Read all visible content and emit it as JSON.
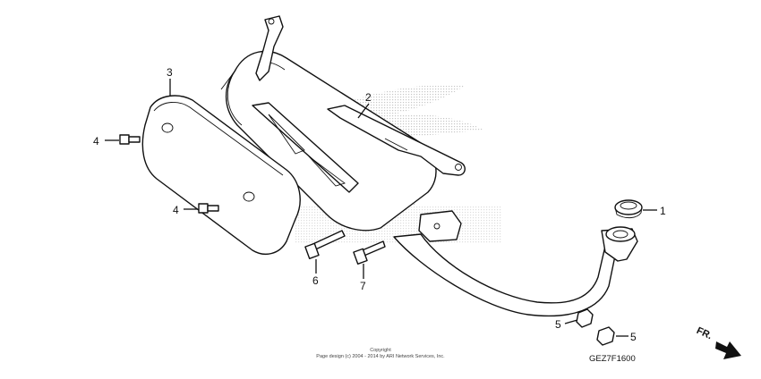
{
  "callouts": {
    "c1": "1",
    "c2": "2",
    "c3": "3",
    "c4a": "4",
    "c4b": "4",
    "c5a": "5",
    "c5b": "5",
    "c6": "6",
    "c7": "7"
  },
  "footer": {
    "copyright_line1": "Copyright",
    "copyright_line2": "Page design (c) 2004 - 2014 by ARI Network Services, Inc.",
    "diagram_code": "GEZ7F1600"
  },
  "direction": {
    "label": "FR."
  },
  "colors": {
    "line": "#111111",
    "watermark": "#cfcfcf"
  }
}
